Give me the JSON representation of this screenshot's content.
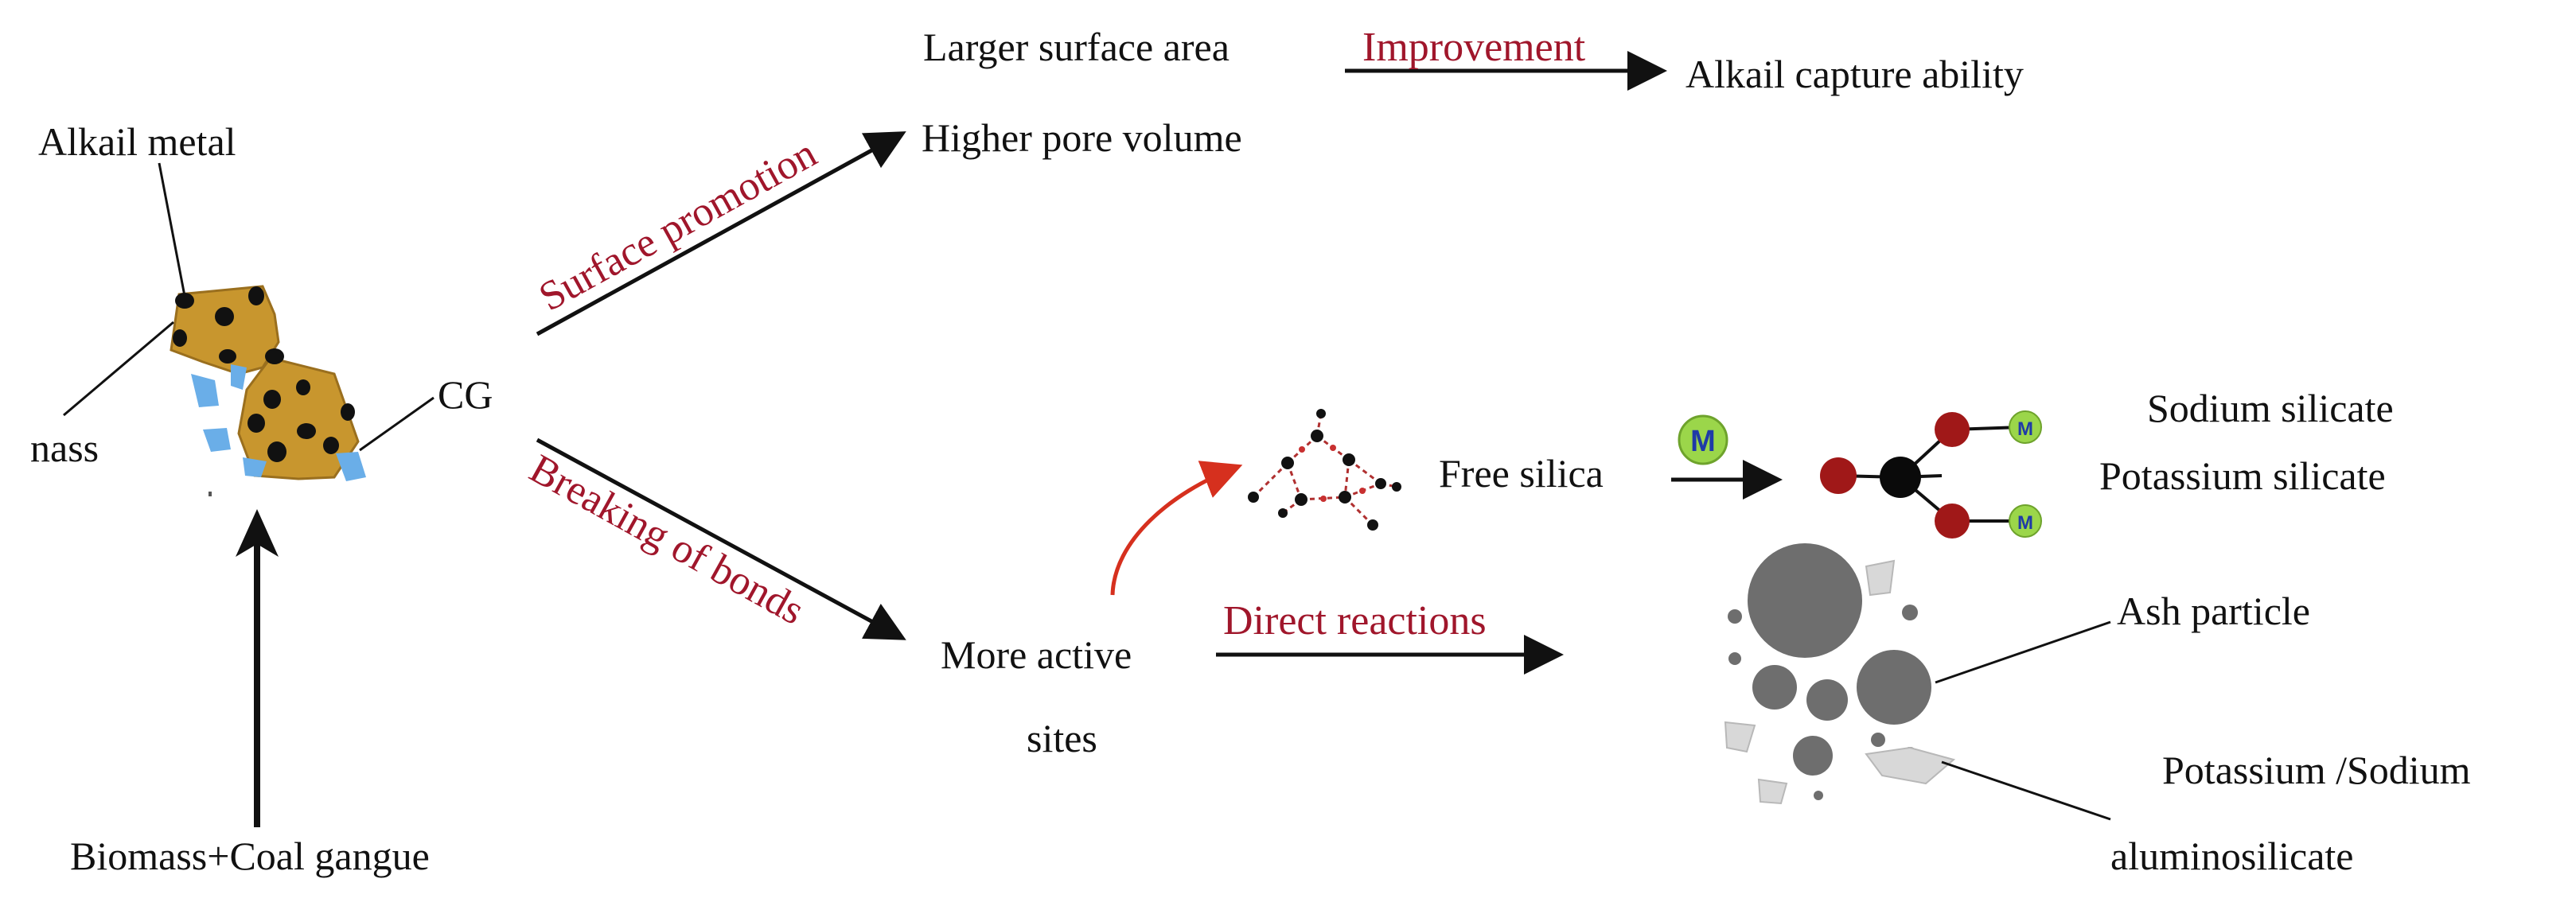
{
  "labels": {
    "alkali_metal": "Alkail metal",
    "nass": "nass",
    "cg": "CG",
    "biomass_coal": "Biomass+Coal gangue",
    "surface_promotion": "Surface promotion",
    "breaking_bonds": "Breaking of bonds",
    "larger_surface": "Larger surface area",
    "higher_pore": "Higher pore volume",
    "improvement": "Improvement",
    "alkali_capture": "Alkail capture ability",
    "more_active": "More active",
    "sites": "sites",
    "direct_reactions": "Direct reactions",
    "free_silica": "Free silica",
    "sodium_silicate": "Sodium silicate",
    "potassium_silicate": "Potassium silicate",
    "ash_particle": "Ash particle",
    "potassium_sodium": "Potassium /Sodium",
    "aluminosilicate": "aluminosilicate",
    "metal_symbol": "M"
  },
  "colors": {
    "text": "#111111",
    "red_text": "#a0162b",
    "particle_fill": "#c8962e",
    "alkali_dot": "#111111",
    "cg_blue": "#6aaee8",
    "ash_grey": "#6e6e6e",
    "aluminosilicate_grey": "#d8d8d8",
    "oxygen_red": "#a01818",
    "metal_green": "#9bd64a",
    "silicon_black": "#0a0a0a"
  },
  "icons": {
    "particle": "biomass-coal-gangue-particle-icon",
    "silica_cluster": "silica-network-icon",
    "metal_ball": "metal-atom-icon",
    "silicate_molecule": "silicate-molecule-icon",
    "ash_cluster": "ash-particles-icon"
  }
}
